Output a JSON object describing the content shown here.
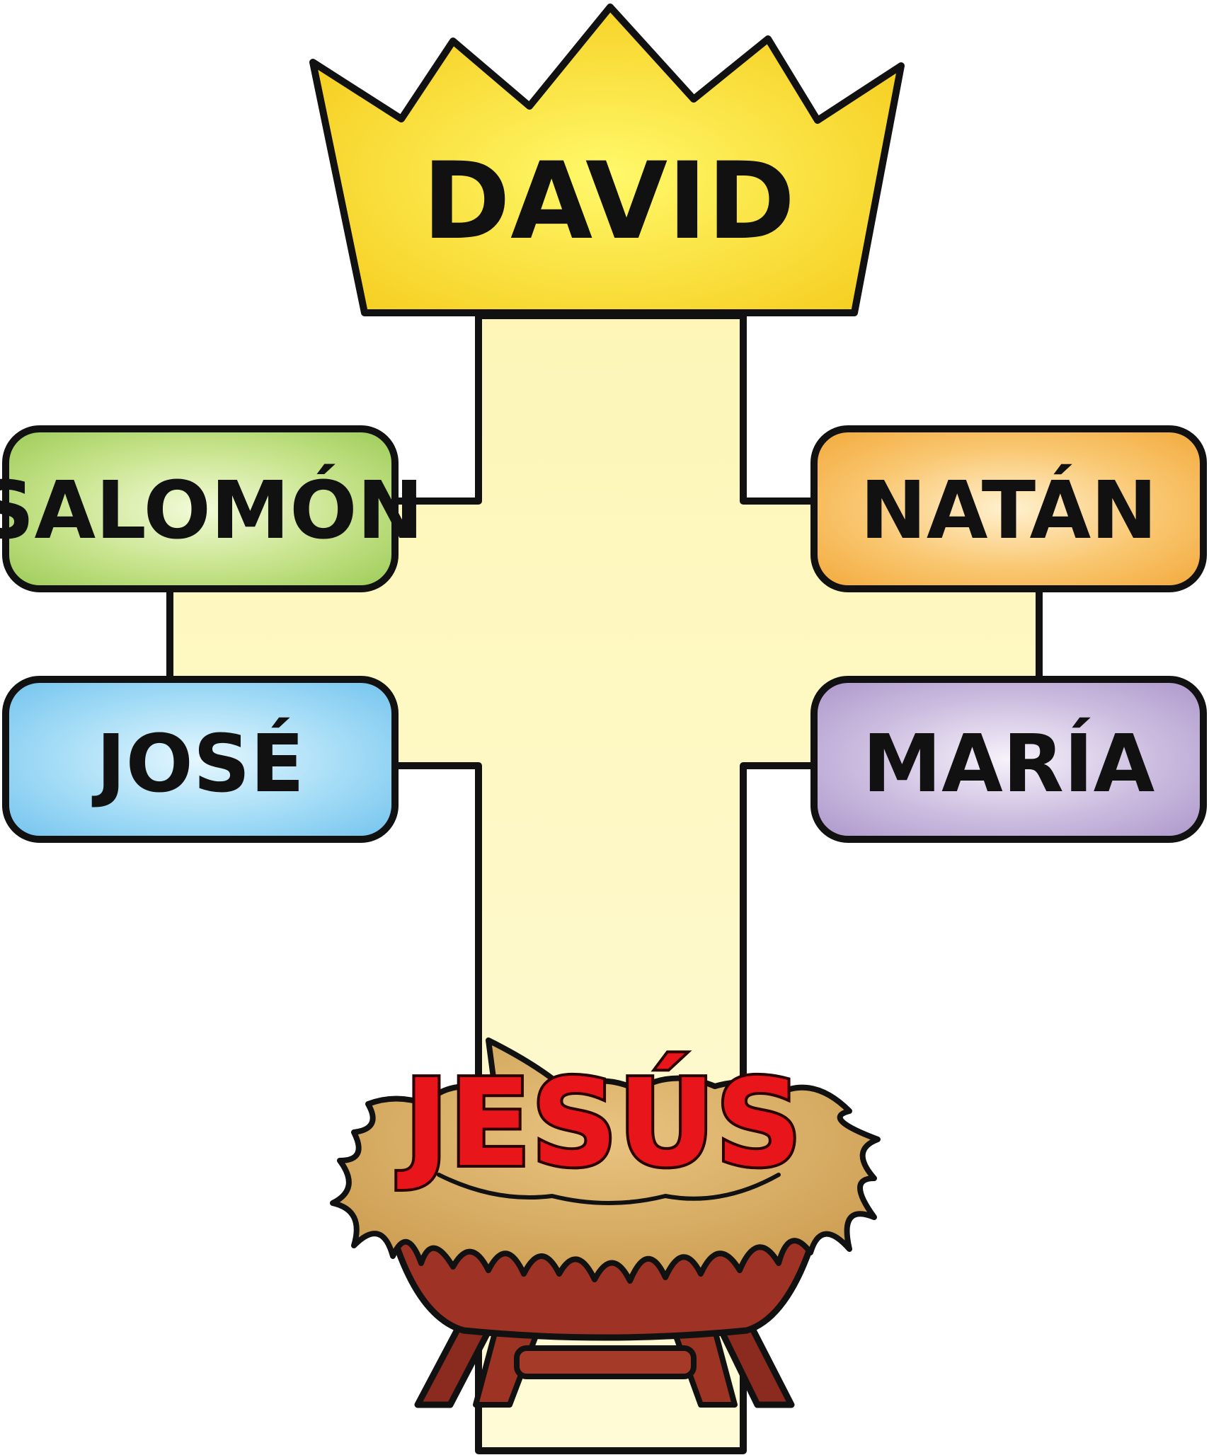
{
  "diagram": {
    "root": {
      "label": "DAVID",
      "shape": "crown",
      "color": "#fde935"
    },
    "branches": [
      {
        "side": "left",
        "parent": {
          "label": "SALOMÓN",
          "color": "#a9d468"
        },
        "child": {
          "label": "JOSÉ",
          "color": "#85cdf0"
        }
      },
      {
        "side": "right",
        "parent": {
          "label": "NATÁN",
          "color": "#f6b651"
        },
        "child": {
          "label": "MARÍA",
          "color": "#bba8d2"
        }
      }
    ],
    "leaf": {
      "label": "JESÚS",
      "shape": "manger",
      "color": "#e8161b"
    },
    "trunk_color": "#fef8bd"
  }
}
